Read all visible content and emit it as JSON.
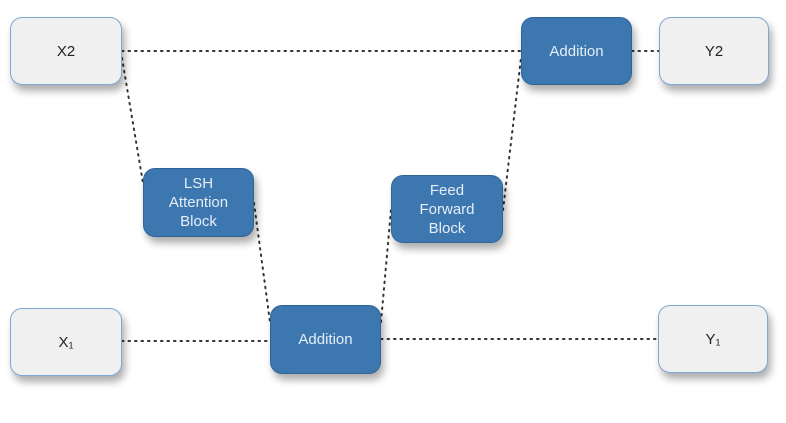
{
  "nodes": {
    "x2": "X2",
    "x1": "X₁",
    "y2": "Y2",
    "y1": "Y₁",
    "addition_top": "Addition",
    "addition_bottom": "Addition",
    "lsh_attention": "LSH\nAttention\nBlock",
    "feed_forward": "Feed\nForward\nBlock"
  },
  "colors": {
    "io_fill": "#f0f0f0",
    "io_border": "#7fa7d4",
    "op_fill": "#3d77b0",
    "connector": "#333333"
  }
}
